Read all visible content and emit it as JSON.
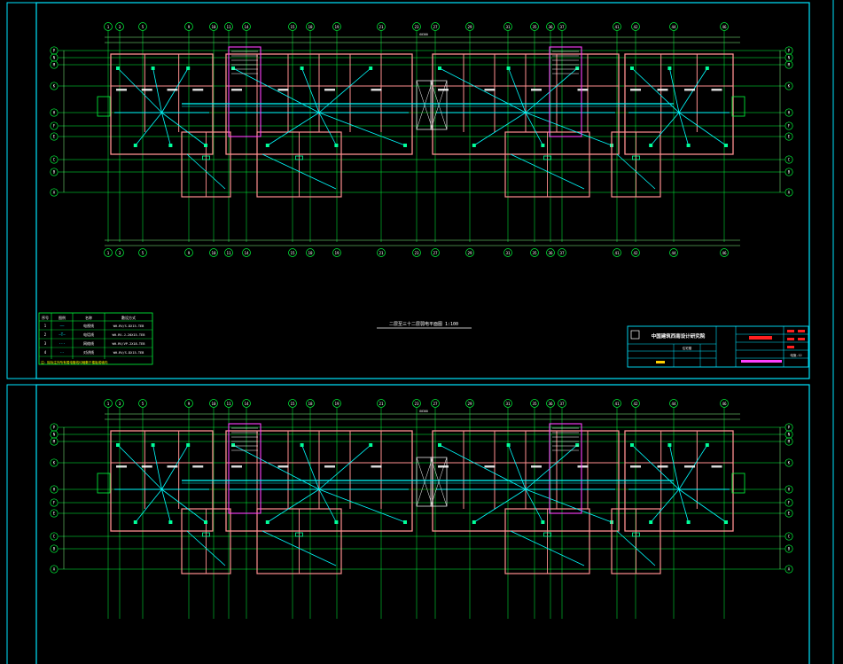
{
  "colors": {
    "background": "#000000",
    "frame": "#00e5ff",
    "grid": "#00ff3c",
    "wall": "#ff9090",
    "stair": "#ff40ff",
    "wire": "#00ffff",
    "device": "#00ff99",
    "dim": "#8aff8a",
    "text": "#ffffff",
    "titleRed": "#ff2020",
    "titleBlue": "#0050ff"
  },
  "sheets": [
    {
      "id": "upper",
      "caption": "二层至三十二层弱电平面图 1:100",
      "column_axes": [
        "1",
        "3",
        "5",
        "9",
        "10",
        "11",
        "14",
        "15",
        "18",
        "19",
        "21",
        "23",
        "27",
        "29",
        "31",
        "35",
        "36",
        "37",
        "41",
        "42",
        "44",
        "46"
      ],
      "row_axes": [
        "P",
        "N",
        "M",
        "K",
        "H",
        "F",
        "E",
        "C",
        "B",
        "A"
      ],
      "overall_dim": "60360",
      "legend": {
        "headers": [
          "序号",
          "图例",
          "名称",
          "敷设方式"
        ],
        "rows": [
          {
            "no": "1",
            "sym": "——",
            "name": "电视线",
            "method": "WH-RV/S-DX15-TEB"
          },
          {
            "no": "2",
            "sym": "—T—",
            "name": "电话线",
            "method": "WH-RV-J-20X15-TEB"
          },
          {
            "no": "3",
            "sym": "-·-",
            "name": "网络线",
            "method": "WH-RV/VP-2X18-TEB"
          },
          {
            "no": "4",
            "sym": "--",
            "name": "对讲线",
            "method": "WH-RV/S-DX15-TEB"
          }
        ],
        "note": "注：除标注外所有弱电管线均暗敷于楼板或墙内"
      }
    },
    {
      "id": "lower",
      "caption": "",
      "column_axes": [
        "1",
        "3",
        "5",
        "9",
        "10",
        "11",
        "14",
        "15",
        "18",
        "19",
        "21",
        "23",
        "27",
        "29",
        "31",
        "35",
        "36",
        "37",
        "41",
        "42",
        "44",
        "46"
      ],
      "row_axes": [
        "P",
        "N",
        "M",
        "K",
        "H",
        "F",
        "E",
        "C",
        "B",
        "A"
      ],
      "overall_dim": "60360"
    }
  ],
  "title_block": {
    "company": "中国建筑西南设计研究院",
    "project": "住宅楼",
    "drawing_no": "电施-12"
  }
}
